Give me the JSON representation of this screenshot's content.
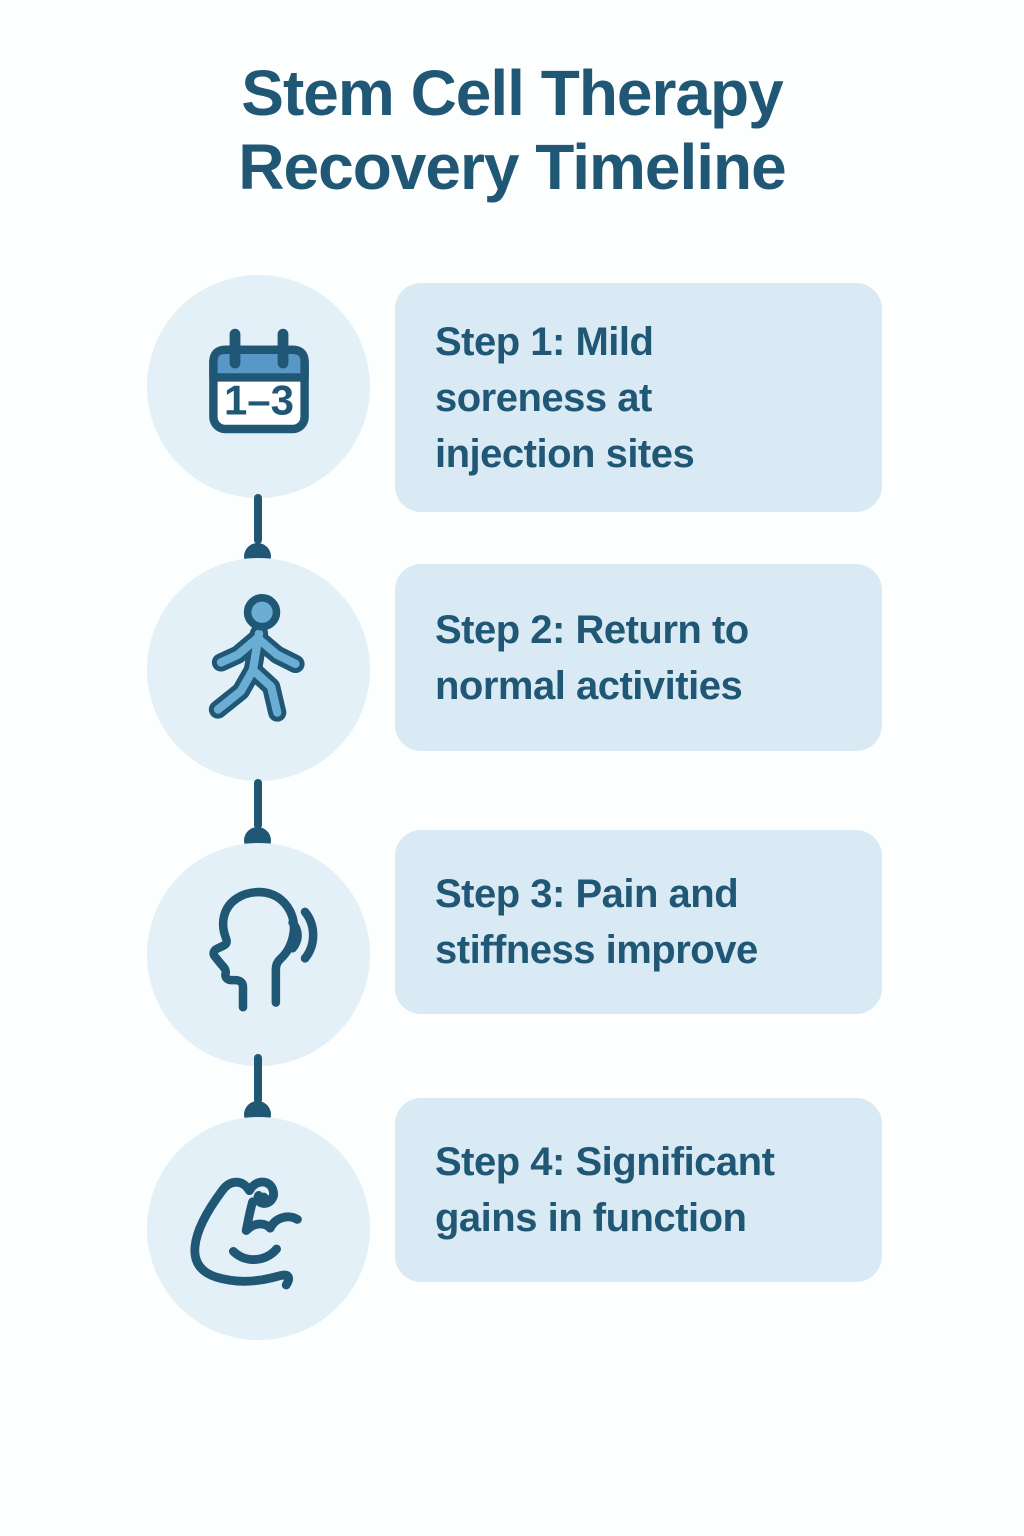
{
  "title": "Stem Cell Therapy\nRecovery Timeline",
  "colors": {
    "dark": "#1f5775",
    "cardBg": "#d9eaf4",
    "circleBg": "#e3f0f8",
    "calendarHeader": "#5898c6",
    "personFill": "#6caed3",
    "white": "#ffffff",
    "pageBg": "#fdfefe"
  },
  "steps": [
    {
      "icon": "calendar-icon",
      "icon_label": "1–3",
      "text": "Step 1: Mild\nsoreness at\ninjection sites"
    },
    {
      "icon": "walking-person-icon",
      "text": "Step 2: Return to\nnormal activities"
    },
    {
      "icon": "head-profile-icon",
      "text": "Step 3: Pain and\nstiffness improve"
    },
    {
      "icon": "flexed-bicep-icon",
      "text": "Step 4: Significant\ngains in function"
    }
  ]
}
